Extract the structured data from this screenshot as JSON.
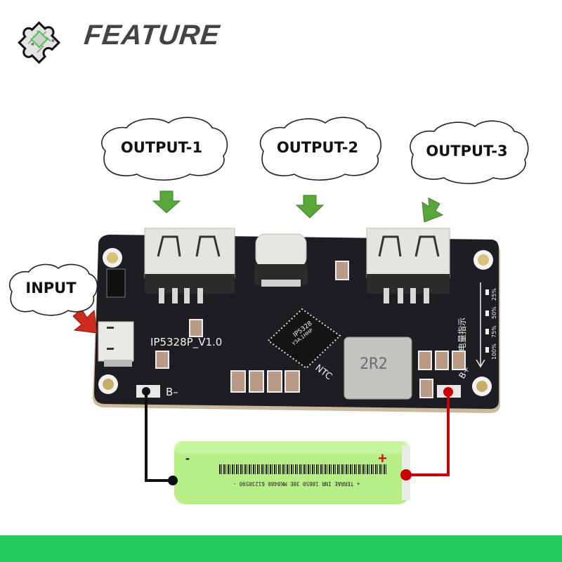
{
  "header": {
    "title": "FEATURE",
    "logo_icon": "puzzle-chip-logo"
  },
  "callouts": {
    "output_1": "OUTPUT-1",
    "output_2": "OUTPUT-2",
    "output_3": "OUTPUT-3",
    "input": "INPUT"
  },
  "board": {
    "model_label": "IP5328P_V1.0",
    "chip_label": "IP5328",
    "chip_sub": "Y3A.1HHP",
    "inductor_label": "2R2",
    "ntc_label": "NTC",
    "b_minus_label": "B–",
    "b_plus_label": "B+",
    "indicator_title": "电量指示",
    "indicator_levels": [
      "25%",
      "50%",
      "75%",
      "100%"
    ]
  },
  "battery": {
    "minus_sign": "-",
    "plus_sign": "+",
    "print_text": "+ TERRAE INR 18650 30E MK0480 61230590 -"
  },
  "colors": {
    "brand_green": "#23cb5a",
    "arrow_green": "#5aa73a",
    "arrow_red": "#cc2b1d",
    "wire_red": "#cc0000",
    "wire_black": "#111111",
    "pcb": "#1d1d22",
    "battery": "#b7ef86"
  }
}
